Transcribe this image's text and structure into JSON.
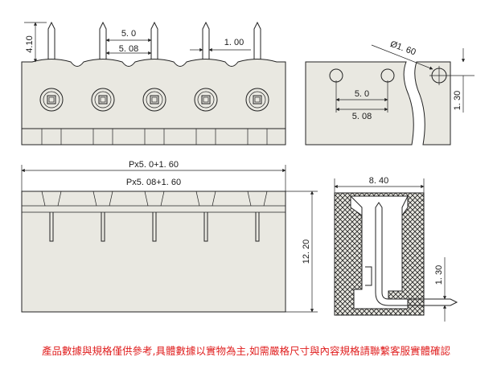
{
  "dimensions": {
    "pin_length": "4.10",
    "pitch_a_top": "5. 0",
    "pitch_b_top": "5. 08",
    "pin_width": "1. 00",
    "hole_dia": "Ø1. 60",
    "pitch_a_side": "5. 0",
    "pitch_b_side": "5. 08",
    "pin_thickness_side": "1. 30",
    "total_len_a": "Px5. 0+1. 60",
    "total_len_b": "Px5. 08+1. 60",
    "height": "12. 20",
    "depth": "8. 40",
    "pin_thickness_section": "1. 30"
  },
  "footer_note": "產品數據與規格僅供參考,具體數據以實物為主,如需嚴格尺寸與內容規格請聯繫客服實體確認",
  "colors": {
    "outline": "#222222",
    "body_fill": "#e9e8e1",
    "note_text": "#e02020"
  }
}
